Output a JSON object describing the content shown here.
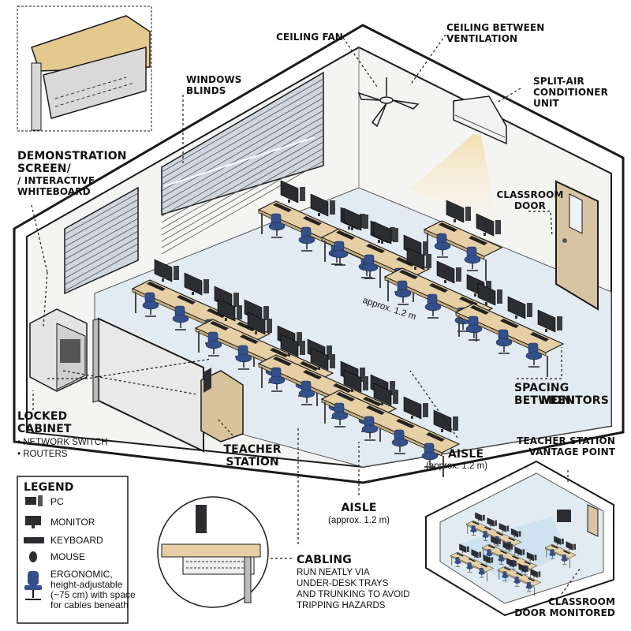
{
  "labels": {
    "ceiling_fan": "CEILING FAN",
    "ceiling_vent_1": "CEILING BETWEEN",
    "ceiling_vent_2": "VENTILATION",
    "ac_1": "SPLIT-AIR",
    "ac_2": "CONDITIONER UNIT",
    "blinds_1": "WINDOWS",
    "blinds_2": "BLINDS",
    "demo_1": "DEMONSTRATION",
    "demo_2": "SCREEN/",
    "demo_3": "/ INTERACTIVE",
    "demo_4": "WHITEBOARD",
    "door_1": "CLASSROOM",
    "door_2": "DOOR",
    "spacing_1": "SPACING BETWEEN",
    "spacing_2": "MONITORS",
    "cabinet_1": "LOCKED",
    "cabinet_2": "CABINET",
    "cabinet_item_1": "• NETWORK SWITCH",
    "cabinet_item_2": "• ROUTERS",
    "teacher_1": "TEACHER",
    "teacher_2": "STATION",
    "aisle_right": "AISLE",
    "aisle_right_sub": "(approx. 1.2 m)",
    "aisle_bottom": "AISLE",
    "aisle_bottom_sub": "(approx. 1.2 m)",
    "aisle_floor": "approx. 1.2 m",
    "cabling": "CABLING",
    "cabling_sub_1": "RUN NEATLY VIA",
    "cabling_sub_2": "UNDER-DESK TRAYS",
    "cabling_sub_3": "AND TRUNKING TO AVOID",
    "cabling_sub_4": "TRIPPING HAZARDS",
    "vantage_1": "TEACHER STATION",
    "vantage_2": "VANTAGE POINT",
    "door_mon_1": "CLASSROOM",
    "door_mon_2": "DOOR MONITORED"
  },
  "legend": {
    "title": "LEGEND",
    "pc": "PC",
    "monitor": "MONITOR",
    "keyboard": "KEYBOARD",
    "mouse": "MOUSE",
    "chair_1": "ERGONOMIC,",
    "chair_2": "height-adjustable",
    "chair_3": "(~75 cm) with space",
    "chair_4": "for cables beneath"
  },
  "colors": {
    "wall": "#ffffff",
    "outline": "#1a1a1a",
    "floor": "#e3ebf2",
    "desk": "#e6cfa5",
    "monitor": "#2b2d31",
    "chair": "#34508a",
    "door": "#d8c4a2",
    "light": "#f6e7c4"
  }
}
